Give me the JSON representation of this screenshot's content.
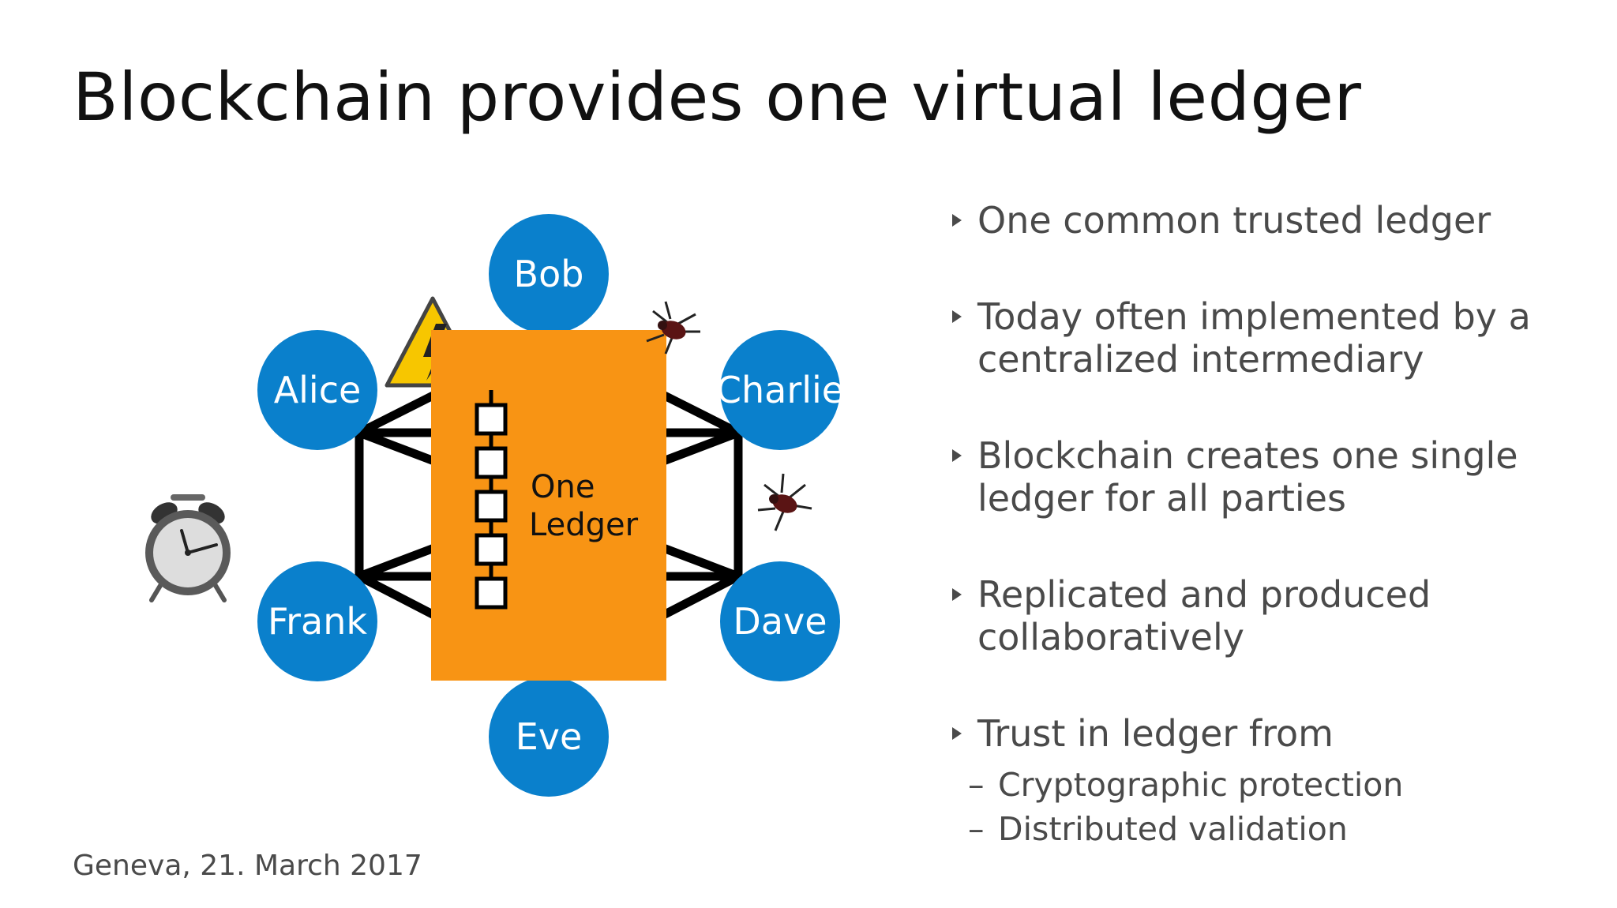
{
  "slide": {
    "title": "Blockchain provides one virtual ledger",
    "footer": "Geneva, 21. March 2017"
  },
  "diagram": {
    "participants": [
      "Bob",
      "Alice",
      "Charlie",
      "Frank",
      "Dave",
      "Eve"
    ],
    "ledger": {
      "line1": "One",
      "line2": "Ledger"
    },
    "colors": {
      "participant": "#0a80cc",
      "ledger": "#f89414",
      "connection": "#000000"
    },
    "icons": [
      "warning-icon",
      "bug-icon",
      "alarm-clock-icon",
      "chain-icon"
    ]
  },
  "bullets": [
    {
      "text": "One common trusted ledger"
    },
    {
      "text": "Today often implemented by a centralized intermediary"
    },
    {
      "text": "Blockchain creates one single ledger for all parties"
    },
    {
      "text": "Replicated and produced collaboratively"
    },
    {
      "text": "Trust in ledger from"
    }
  ],
  "sub_bullets": [
    {
      "text": "Cryptographic protection"
    },
    {
      "text": "Distributed validation"
    }
  ]
}
